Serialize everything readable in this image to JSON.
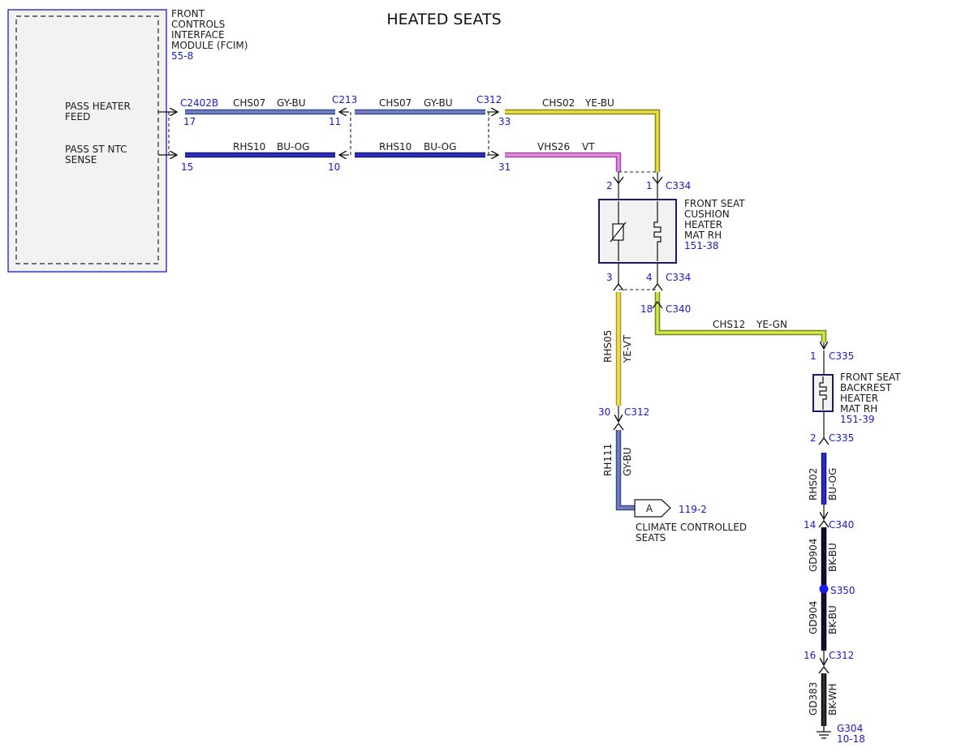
{
  "title": "HEATED SEATS",
  "fcim": {
    "name_lines": [
      "FRONT",
      "CONTROLS",
      "INTERFACE",
      "MODULE (FCIM)"
    ],
    "ref": "55-8",
    "pin_labels": [
      [
        "PASS HEATER",
        "FEED"
      ],
      [
        "PASS ST NTC",
        "SENSE"
      ]
    ]
  },
  "connectors": {
    "c2402b": "C2402B",
    "c213": "C213",
    "c312": "C312",
    "c334": "C334",
    "c340": "C340",
    "c335": "C335",
    "s350": "S350",
    "g304": "G304"
  },
  "pins": {
    "p17": "17",
    "p11": "11",
    "p33": "33",
    "p15": "15",
    "p10": "10",
    "p31": "31",
    "c334_top_left": "2",
    "c334_top_right": "1",
    "c334_bot_left": "3",
    "c334_bot_right": "4",
    "c340_top": "18",
    "c335_top": "1",
    "c312_left": "30",
    "c335_bot": "2",
    "c340_bot": "14",
    "c312_bot": "16"
  },
  "circuits": [
    {
      "id": "chs07a",
      "circuit": "CHS07",
      "color": "GY-BU"
    },
    {
      "id": "chs07b",
      "circuit": "CHS07",
      "color": "GY-BU"
    },
    {
      "id": "chs02",
      "circuit": "CHS02",
      "color": "YE-BU"
    },
    {
      "id": "rhs10a",
      "circuit": "RHS10",
      "color": "BU-OG"
    },
    {
      "id": "rhs10b",
      "circuit": "RHS10",
      "color": "BU-OG"
    },
    {
      "id": "vhs26",
      "circuit": "VHS26",
      "color": "VT"
    },
    {
      "id": "chs12",
      "circuit": "CHS12",
      "color": "YE-GN"
    },
    {
      "id": "rhs05",
      "circuit": "RHS05",
      "color": "YE-VT"
    },
    {
      "id": "rh111",
      "circuit": "RH111",
      "color": "GY-BU"
    },
    {
      "id": "rhs02",
      "circuit": "RHS02",
      "color": "BU-OG"
    },
    {
      "id": "gd904a",
      "circuit": "GD904",
      "color": "BK-BU"
    },
    {
      "id": "gd904b",
      "circuit": "GD904",
      "color": "BK-BU"
    },
    {
      "id": "gd383",
      "circuit": "GD383",
      "color": "BK-WH"
    }
  ],
  "cushion_heater": {
    "name_lines": [
      "FRONT SEAT",
      "CUSHION",
      "HEATER",
      "MAT RH"
    ],
    "ref": "151-38"
  },
  "backrest_heater": {
    "name_lines": [
      "FRONT SEAT",
      "BACKREST",
      "HEATER",
      "MAT RH"
    ],
    "ref": "151-39"
  },
  "offpage": {
    "letter": "A",
    "ref": "119-2",
    "desc_lines": [
      "CLIMATE CONTROLLED",
      "SEATS"
    ]
  },
  "ground_ref": "10-18",
  "wire_colors": {
    "GY-BU": [
      "#6e7fc2",
      "#3c4a8c"
    ],
    "BU-OG": [
      "#2d2dc8",
      "#15156e"
    ],
    "YE-BU": [
      "#e6e040",
      "#8a8420"
    ],
    "VT": [
      "#e58ae0",
      "#a04c9c"
    ],
    "YE-GN": [
      "#d7e44a",
      "#6a8a1c"
    ],
    "YE-VT": [
      "#f0e050",
      "#a89a28"
    ],
    "BK-BU": [
      "#101040",
      "#000000"
    ],
    "BK-WH": [
      "#333333",
      "#000000"
    ]
  },
  "label_color": "#1a1acc",
  "frame_color": "#1a1acc"
}
